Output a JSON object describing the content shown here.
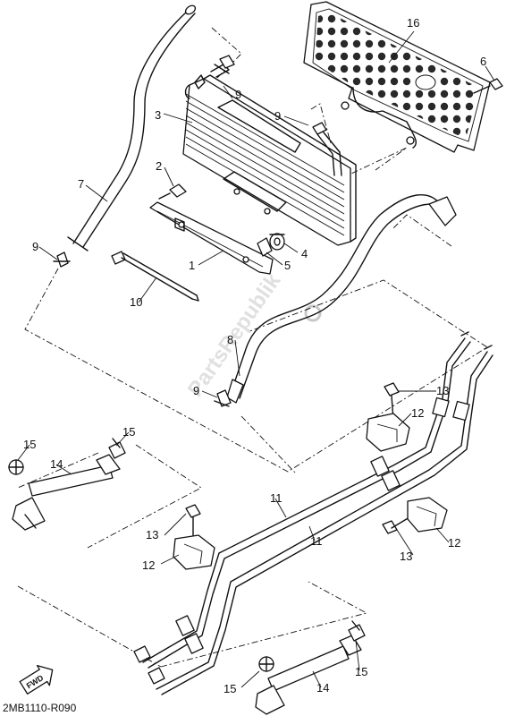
{
  "diagram_code": "2MB1110-R090",
  "watermark": "PartsRepublik",
  "fwd_label": "FWD",
  "callouts": {
    "c16": "16",
    "c6": "6",
    "c9a": "9",
    "c3": "3",
    "c9b": "9",
    "c2": "2",
    "c7": "7",
    "c9c": "9",
    "c4": "4",
    "c1": "1",
    "c5": "5",
    "c10": "10",
    "c8": "8",
    "c9d": "9",
    "c13a": "13",
    "c12a": "12",
    "c15a": "15",
    "c15b": "15",
    "c14a": "14",
    "c11a": "11",
    "c11b": "11",
    "c13b": "13",
    "c12b": "12",
    "c13c": "13",
    "c12c": "12",
    "c15c": "15",
    "c15d": "15",
    "c14b": "14"
  }
}
